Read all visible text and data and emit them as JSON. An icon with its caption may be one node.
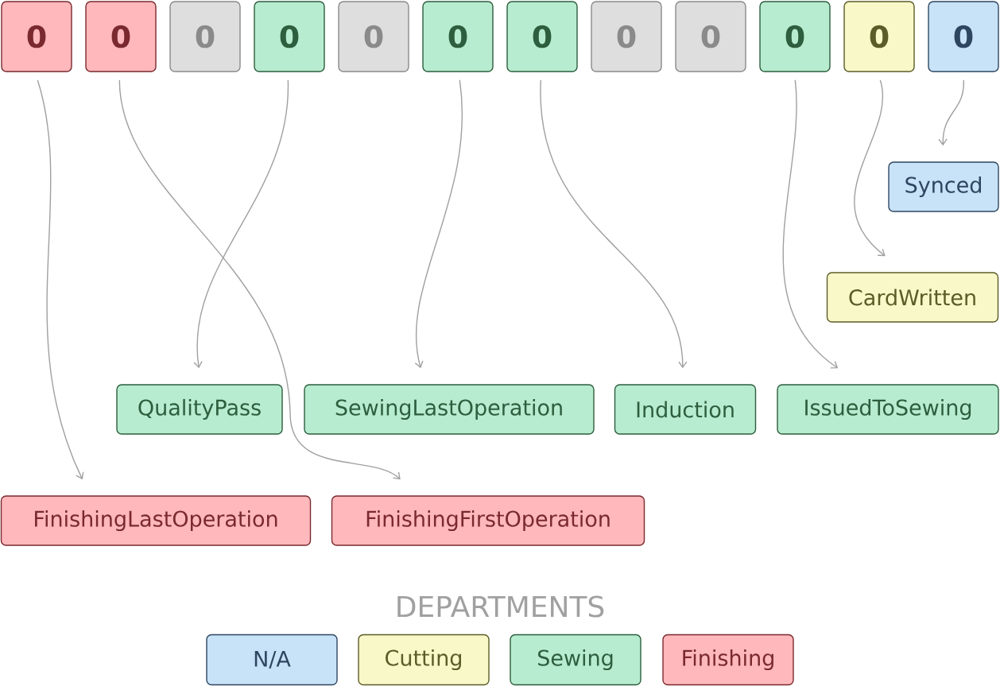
{
  "diagram": {
    "nodes": [
      {
        "text": [
          "0"
        ]
      },
      {
        "text": [
          "0"
        ]
      },
      {
        "text": [
          "0"
        ]
      },
      {
        "text": [
          "0"
        ]
      },
      {
        "text": [
          "0"
        ]
      },
      {
        "text": [
          "0"
        ]
      },
      {
        "text": [
          "0"
        ]
      },
      {
        "text": [
          "0"
        ]
      },
      {
        "text": [
          "0"
        ]
      },
      {
        "text": [
          "0"
        ]
      },
      {
        "text": [
          "0"
        ]
      },
      {
        "text": [
          "0"
        ]
      },
      {
        "text": [
          "Synced"
        ]
      },
      {
        "text": [
          "CardWritten"
        ]
      },
      {
        "text": [
          "QualityPass"
        ]
      },
      {
        "text": [
          "SewingLastOperation"
        ]
      },
      {
        "text": [
          "Induction"
        ]
      },
      {
        "text": [
          "IssuedToSewing"
        ]
      },
      {
        "text": [
          "FinishingLastOperation"
        ]
      },
      {
        "text": [
          "FinishingFirstOperation"
        ]
      }
    ],
    "edges": [
      {
        "from": 0,
        "to": 18,
        "arrow": "to"
      },
      {
        "from": 1,
        "to": 19,
        "arrow": "to"
      },
      {
        "from": 3,
        "to": 14,
        "arrow": "to"
      },
      {
        "from": 5,
        "to": 15,
        "arrow": "to"
      },
      {
        "from": 6,
        "to": 16,
        "arrow": "to"
      },
      {
        "from": 9,
        "to": 17,
        "arrow": "to"
      },
      {
        "from": 10,
        "to": 13,
        "arrow": "to"
      },
      {
        "from": 11,
        "to": 12,
        "arrow": "to"
      }
    ],
    "labels": [
      "DEPARTMENTS"
    ],
    "legend": [
      {
        "text": "N/A",
        "color": "#c8e2f8"
      },
      {
        "text": "Cutting",
        "color": "#f8f8c8"
      },
      {
        "text": "Sewing",
        "color": "#b8ecd0"
      },
      {
        "text": "Finishing",
        "color": "#ffb8bc"
      }
    ]
  }
}
